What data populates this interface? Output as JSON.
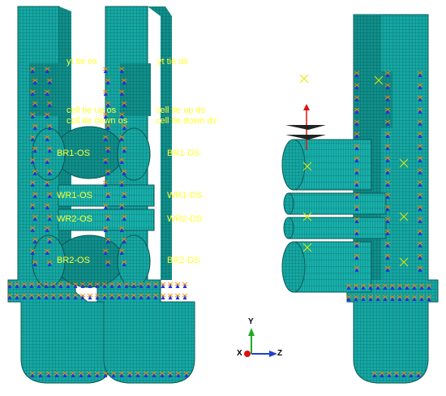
{
  "colors": {
    "mesh_fill": "#15a8a4",
    "mesh_dark": "#0d7d7a",
    "mesh_line": "#0a5756",
    "label": "#ffff33",
    "bc_blue": "#2233dd",
    "bc_orange": "#ff8800",
    "axis_y": "#22aa22",
    "axis_z": "#1f3fcf",
    "axis_x": "#dd1111"
  },
  "labels_os": {
    "yt_tie": "yt tie os",
    "cell_tie_up": "cell tie up os",
    "cell_tie_down": "cell tie down os",
    "br1": "BR1-OS",
    "wr1": "WR1-OS",
    "wr2": "WR2-OS",
    "br2": "BR2-OS"
  },
  "labels_ds": {
    "yt_tie": "yt tie ds",
    "cell_tie_up": "cell tie up ds",
    "cell_tie_down": "cell tie down ds",
    "br1": "BR1-DS",
    "wr1": "WR1-DS",
    "wr2": "WR2-DS",
    "br2": "BR2-DS"
  },
  "triad": {
    "y": "Y",
    "x": "X",
    "z": "Z"
  },
  "icons": [
    "boundary-condition-icon",
    "reference-point-icon",
    "load-arrow-icon",
    "coordinate-triad-icon"
  ]
}
